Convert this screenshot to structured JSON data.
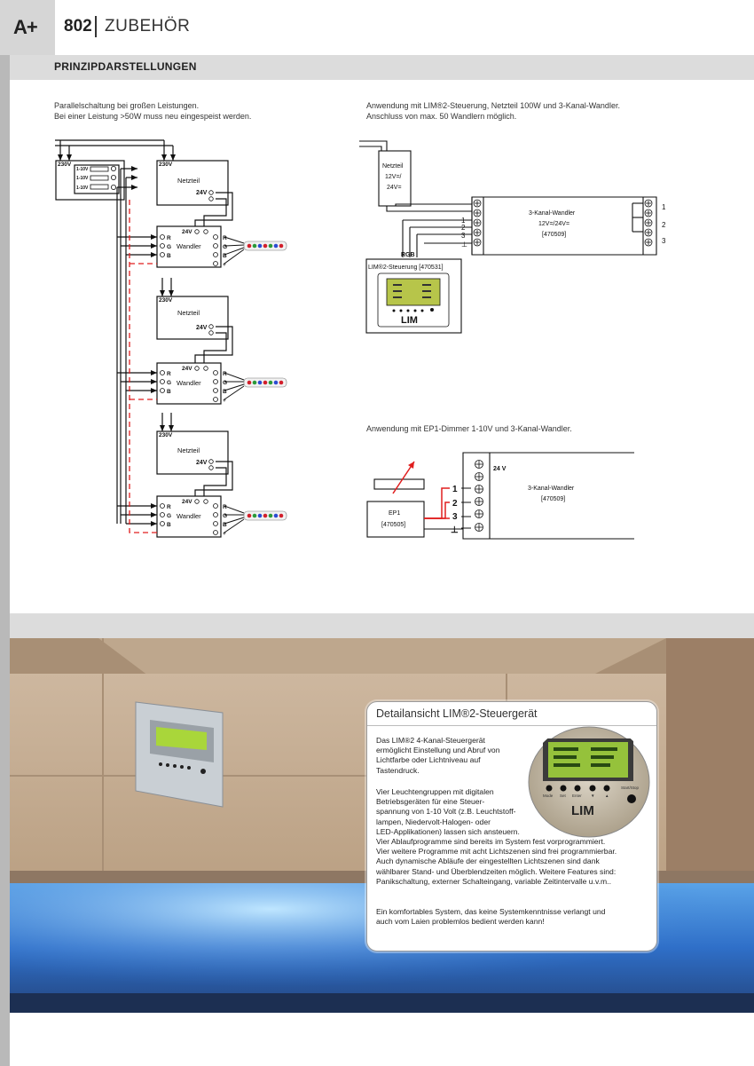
{
  "header": {
    "logo": "A+",
    "page_number": "802",
    "section": "ZUBEHÖR"
  },
  "band_title": "PRINZIPDARSTELLUNGEN",
  "left_diagram": {
    "caption_lines": [
      "Parallelschaltung bei großen Leistungen.",
      "Bei einer Leistung >50W muss neu eingespeist werden."
    ],
    "switch_230v": "230V",
    "switch_rows": [
      "1-10V",
      "1-10V",
      "1-10V"
    ],
    "netzteil_230v": "230V",
    "netzteil_label": "Netzteil",
    "netzteil_24v": "24V",
    "wandler_24v": "24V",
    "wandler_label": "Wandler",
    "rgb_in": [
      "R",
      "G",
      "B"
    ],
    "rgb_out": [
      "R",
      "G",
      "B",
      "+"
    ]
  },
  "right_diagram_1": {
    "caption_lines": [
      "Anwendung mit LIM®2-Steuerung, Netzteil 100W und 3-Kanal-Wandler.",
      "Anschluss von max. 50 Wandlern möglich."
    ],
    "netzteil_lines": [
      "Netzteil",
      "12V=/",
      "24V="
    ],
    "wandler_lines": [
      "3-Kanal-Wandler",
      "12V=/24V=",
      "[470509]"
    ],
    "channel_numbers": [
      "1",
      "2",
      "3"
    ],
    "rgb_label": "RGB",
    "output_numbers": [
      "1",
      "2",
      "3"
    ],
    "controller_title": "LIM®2-Steuerung [470531]",
    "controller_logo": "LIM"
  },
  "right_diagram_2": {
    "caption": "Anwendung mit EP1-Dimmer 1-10V und 3-Kanal-Wandler.",
    "ep1_lines": [
      "EP1",
      "[470505]"
    ],
    "channel_numbers": [
      "1",
      "2",
      "3"
    ],
    "wandler_24v": "24 V",
    "wandler_lines": [
      "3-Kanal-Wandler",
      "[470509]"
    ]
  },
  "infobox": {
    "title": "Detailansicht LIM®2-Steuergerät",
    "para1": [
      "Das LIM®2 4-Kanal-Steuergerät",
      "ermöglicht Einstellung und Abruf von",
      "Lichtfarbe oder Lichtniveau auf",
      "Tastendruck."
    ],
    "para2_narrow": [
      "Vier Leuchtengruppen mit digitalen",
      "Betriebsgeräten für eine Steuer-",
      "spannung von 1-10 Volt (z.B. Leuchtstoff-",
      "lampen, Niedervolt-Halogen- oder",
      "LED-Applikationen) lassen sich ansteuern."
    ],
    "para2_wide": [
      "Vier Ablaufprogramme sind bereits im System fest vorprogrammiert.",
      "Vier weitere Programme mit acht Lichtszenen sind frei programmierbar.",
      "Auch dynamische Abläufe der eingestellten Lichtszenen sind dank",
      "wählbarer Stand- und Überblendzeiten möglich. Weitere Features sind:",
      "Panikschaltung, externer Schalteingang, variable Zeitintervalle u.v.m.."
    ],
    "para3": [
      "Ein komfortables System, das keine Systemkenntnisse verlangt und",
      "auch vom Laien problemlos bedient werden kann!"
    ],
    "device_logo": "LIM",
    "button_labels": [
      "Mode",
      "Set",
      "Enter",
      "▼",
      "▲",
      "Start/Stop"
    ]
  },
  "colors": {
    "dashed_red": "#e01e1e",
    "band_gray": "#dcdcdc",
    "sidebar_gray": "#b9b9b9"
  }
}
